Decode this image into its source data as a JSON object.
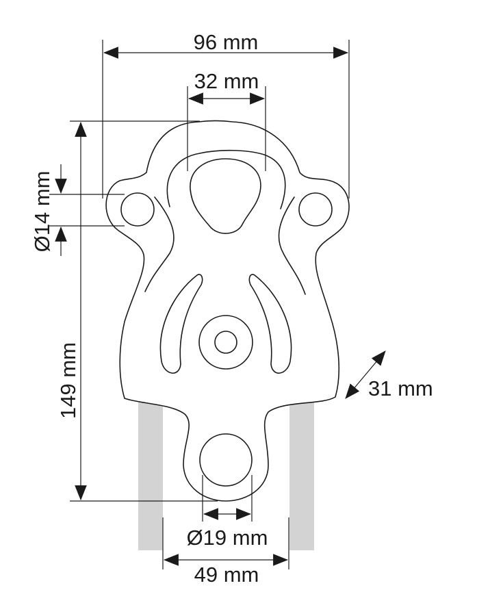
{
  "colors": {
    "line": "#1a1a1a",
    "background": "#ffffff",
    "side_plate": "#d3d3d3"
  },
  "dimensions": {
    "overall_width": "96 mm",
    "sheave_opening": "32 mm",
    "top_hole_diameter": "Ø14 mm",
    "height": "149 mm",
    "thickness": "31 mm",
    "bottom_hole_diameter": "Ø19 mm",
    "bottom_width": "49 mm"
  }
}
